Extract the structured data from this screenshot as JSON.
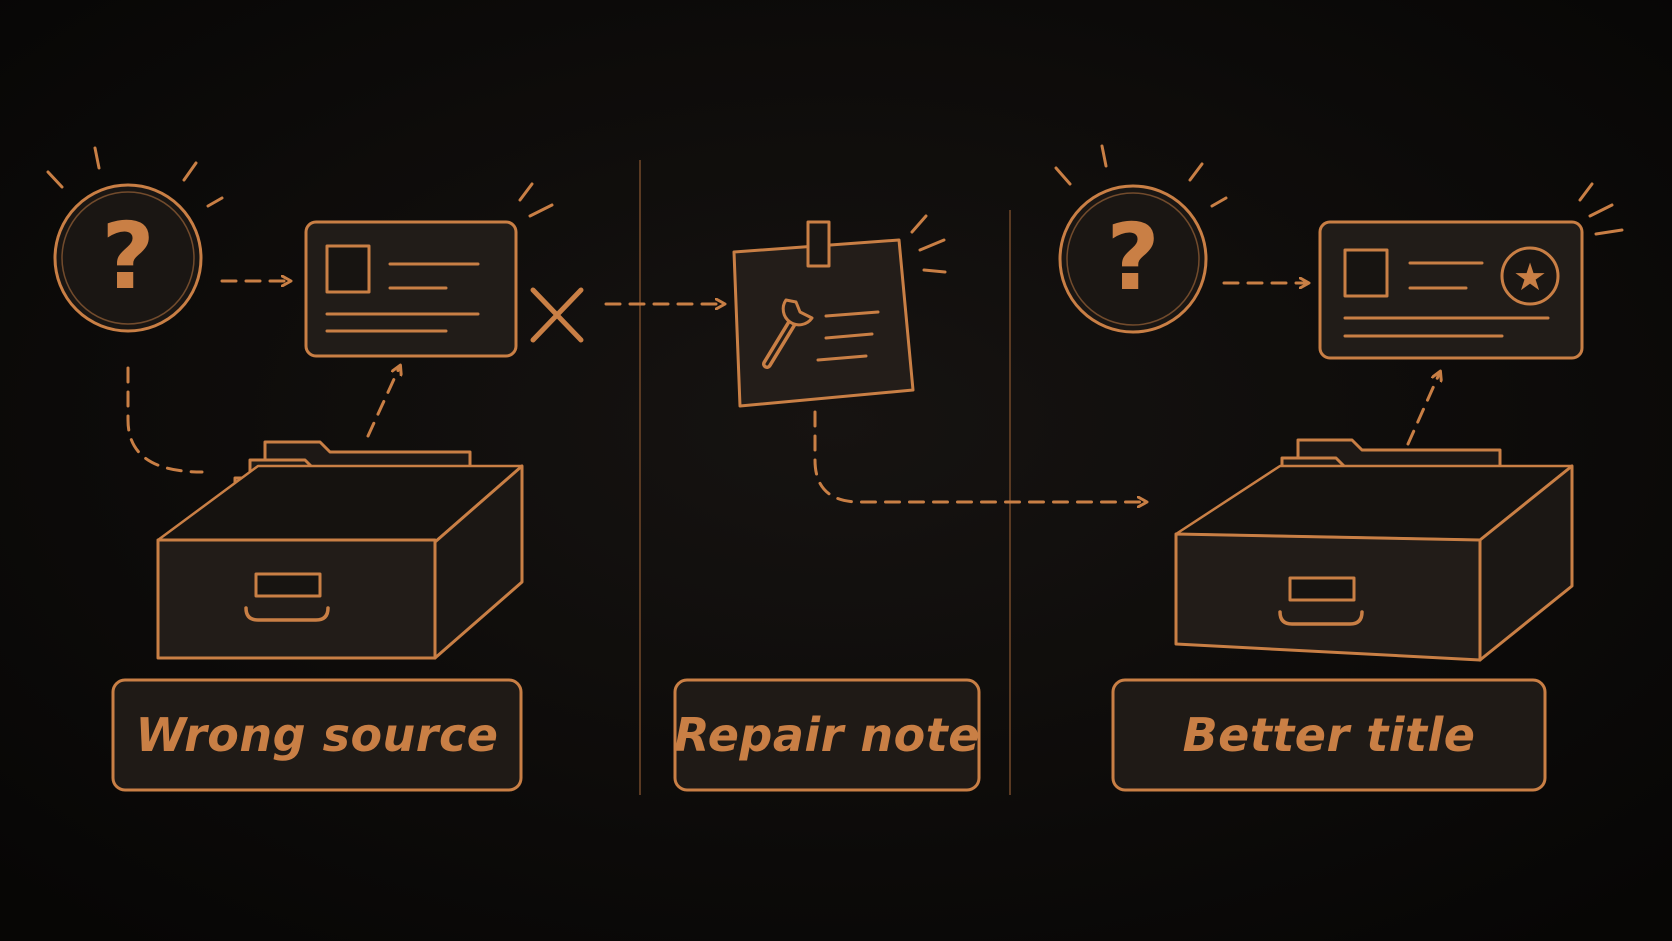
{
  "colors": {
    "background": "#0b0a09",
    "stroke": "#c97f45",
    "fill": "#211c18",
    "fill_dark": "#16130f"
  },
  "panels": [
    {
      "label": "Wrong source"
    },
    {
      "label": "Repair note"
    },
    {
      "label": "Better title"
    }
  ],
  "icons": {
    "question_mark": "?",
    "reject": "✕",
    "star": "★"
  }
}
